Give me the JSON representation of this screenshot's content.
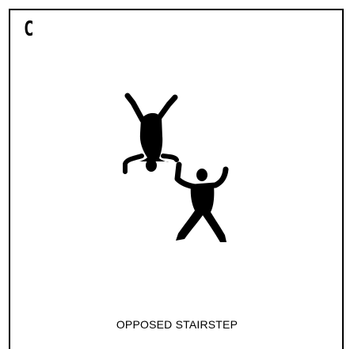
{
  "panel": {
    "letter": "C",
    "caption": "OPPOSED STAIRSTEP",
    "figure_icon": "two-skydivers-silhouette",
    "ink_color": "#000000",
    "background_color": "#ffffff"
  }
}
